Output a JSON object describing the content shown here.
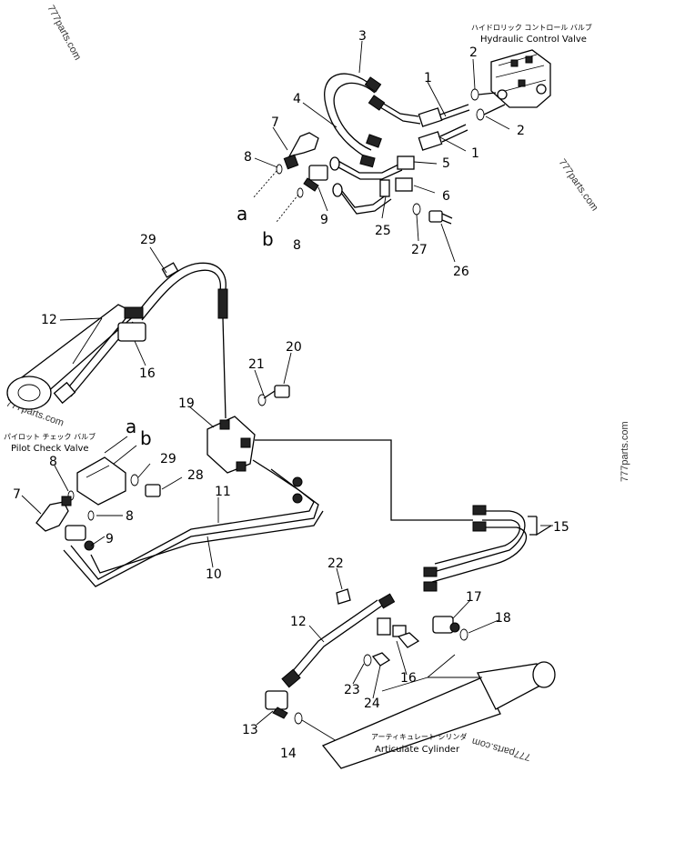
{
  "labels": {
    "n1a": "1",
    "n1b": "1",
    "n2a": "2",
    "n2b": "2",
    "n3": "3",
    "n4": "4",
    "n5": "5",
    "n6": "6",
    "n7a": "7",
    "n7b": "7",
    "n8a": "8",
    "n8b": "8",
    "n8c": "8",
    "n8d": "8",
    "n9a": "9",
    "n9b": "9",
    "n10": "10",
    "n11": "11",
    "n12a": "12",
    "n12b": "12",
    "n13": "13",
    "n14": "14",
    "n15": "15",
    "n16a": "16",
    "n16b": "16",
    "n17": "17",
    "n18": "18",
    "n19": "19",
    "n20": "20",
    "n21": "21",
    "n22": "22",
    "n23": "23",
    "n24": "24",
    "n25": "25",
    "n26": "26",
    "n27": "27",
    "n28": "28",
    "n29a": "29",
    "n29b": "29",
    "la1": "a",
    "lb1": "b",
    "la2": "a",
    "lb2": "b"
  },
  "captions": {
    "hcv_jp": "ハイドロリック コントロール バルブ",
    "hcv_en": "Hydraulic Control Valve",
    "pcv_jp": "パイロット チェック バルブ",
    "pcv_en": "Pilot Check Valve",
    "ac_jp": "アーティキュレート シリンダ",
    "ac_en": "Articulate Cylinder"
  },
  "watermarks": {
    "w1": "777parts.com",
    "w2": "777parts.com",
    "w3": "777parts.com",
    "w4": "777parts.com",
    "w5": "777parts.com"
  }
}
